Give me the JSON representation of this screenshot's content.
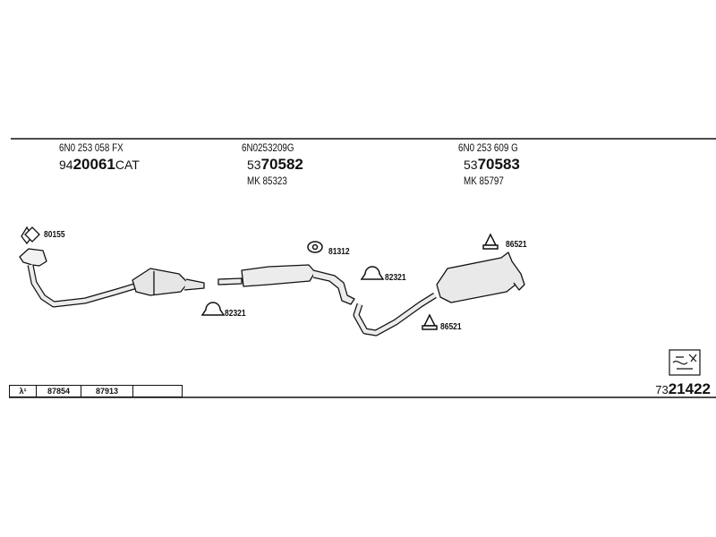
{
  "columns": [
    {
      "part_no": "6N0 253 058 FX",
      "order_prefix": "94",
      "order_main": "20061",
      "order_suffix": "CAT",
      "mk": ""
    },
    {
      "part_no": "6N0253209G",
      "order_prefix": "53",
      "order_main": "70582",
      "order_suffix": "",
      "mk": "MK  85323"
    },
    {
      "part_no": "6N0 253 609 G",
      "order_prefix": "53",
      "order_main": "70583",
      "order_suffix": "",
      "mk": "MK  85797"
    }
  ],
  "callouts": [
    "80155",
    "82321",
    "81312",
    "82321",
    "86521",
    "86521"
  ],
  "table": {
    "symbol": "λ¹",
    "cells": [
      "87854",
      "87913",
      ""
    ]
  },
  "diagram_ref": {
    "prefix": "73",
    "main": "21422"
  }
}
